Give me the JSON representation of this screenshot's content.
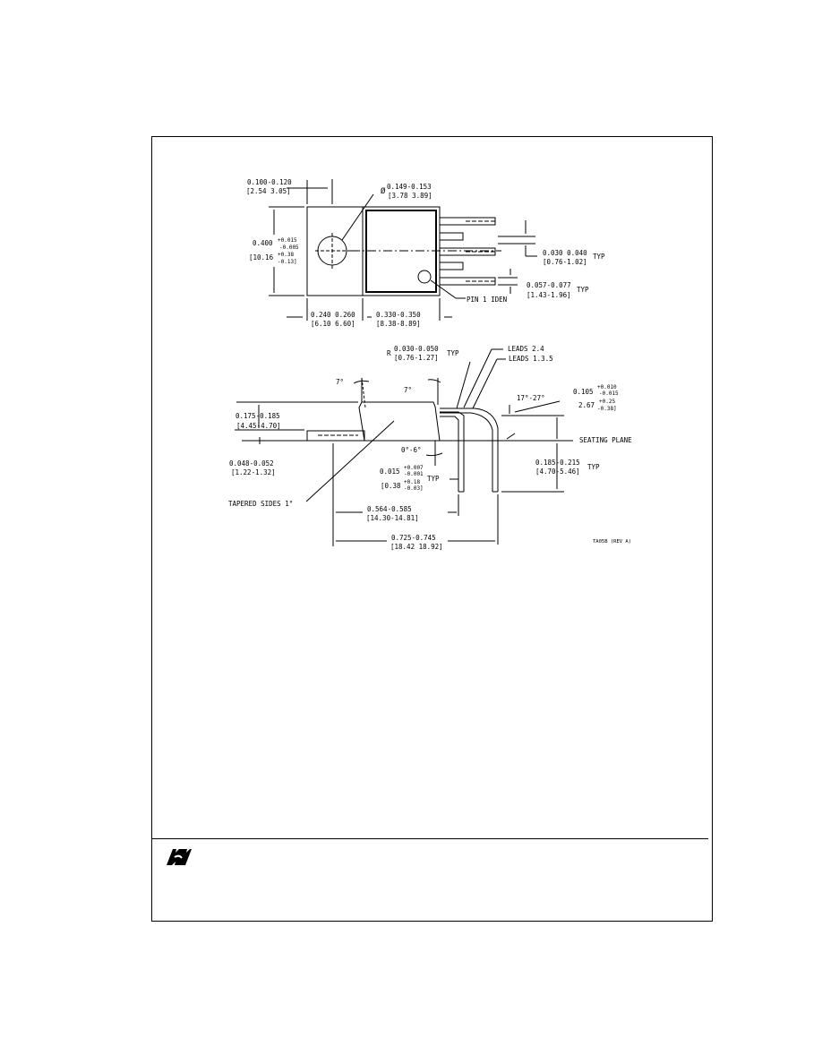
{
  "drawing": {
    "top_view": {
      "dim_tab_offset": [
        "0.100-0.120",
        "[2.54 3.05]"
      ],
      "dim_hole_diameter_symbol": "Ø",
      "dim_hole_diameter": [
        "0.149-0.153",
        "[3.78 3.89]"
      ],
      "dim_height_main": "0.400",
      "dim_height_tol_in": [
        "+0.015",
        "-0.005"
      ],
      "dim_height_mm_main": "[10.16",
      "dim_height_tol_mm": [
        "+0.38",
        "-0.13]"
      ],
      "dim_lead_pitch": [
        "0.030 0.040",
        "[0.76-1.02]"
      ],
      "dim_lead_pitch_suffix": "TYP",
      "dim_lead_width": [
        "0.057-0.077",
        "[1.43-1.96]"
      ],
      "dim_lead_width_suffix": "TYP",
      "pin1_label": "PIN 1 IDEN",
      "dim_tab_length": [
        "0.240 0.260",
        "[6.10 6.60]"
      ],
      "dim_body_length": [
        "0.330-0.350",
        "[8.38-8.89]"
      ]
    },
    "side_view": {
      "radius_prefix": "R",
      "dim_radius": [
        "0.030-0.050",
        "[0.76-1.27]"
      ],
      "dim_radius_suffix": "TYP",
      "leads_24": "LEADS 2.4",
      "leads_135": "LEADS 1.3.5",
      "angle_left": "7°",
      "angle_right": "7°",
      "angle_lead": "17°-27°",
      "dim_lead_offset_main": "0.105",
      "dim_lead_offset_tol_in": [
        "+0.010",
        "-0.015"
      ],
      "dim_lead_offset_mm_main": "2.67",
      "dim_lead_offset_tol_mm": [
        "+0.25",
        "-0.38]"
      ],
      "dim_body_height": [
        "0.175-0.185",
        "[4.45-4.70]"
      ],
      "seating_plane": "SEATING PLANE",
      "angle_bottom": "0°-6°",
      "dim_tab_thickness": [
        "0.048-0.052",
        "[1.22-1.32]"
      ],
      "dim_lead_thickness_main": "0.015",
      "dim_lead_thickness_tol_in": [
        "+0.007",
        "-0.001"
      ],
      "dim_lead_thickness_mm_main": "[0.38",
      "dim_lead_thickness_tol_mm": [
        "+0.18",
        "-0.03]"
      ],
      "dim_lead_thickness_suffix": "TYP",
      "dim_lead_length": [
        "0.185-0.215",
        "[4.70-5.46]"
      ],
      "dim_lead_length_suffix": "TYP",
      "tapered_sides": "TAPERED SIDES 1°",
      "dim_overall_1": [
        "0.564-0.585",
        "[14.30-14.81]"
      ],
      "dim_overall_2": [
        "0.725-0.745",
        "[18.42 18.92]"
      ],
      "drawing_number": "TA05B (REV A)"
    }
  },
  "footer": {
    "logo": "national-semiconductor-logo"
  }
}
